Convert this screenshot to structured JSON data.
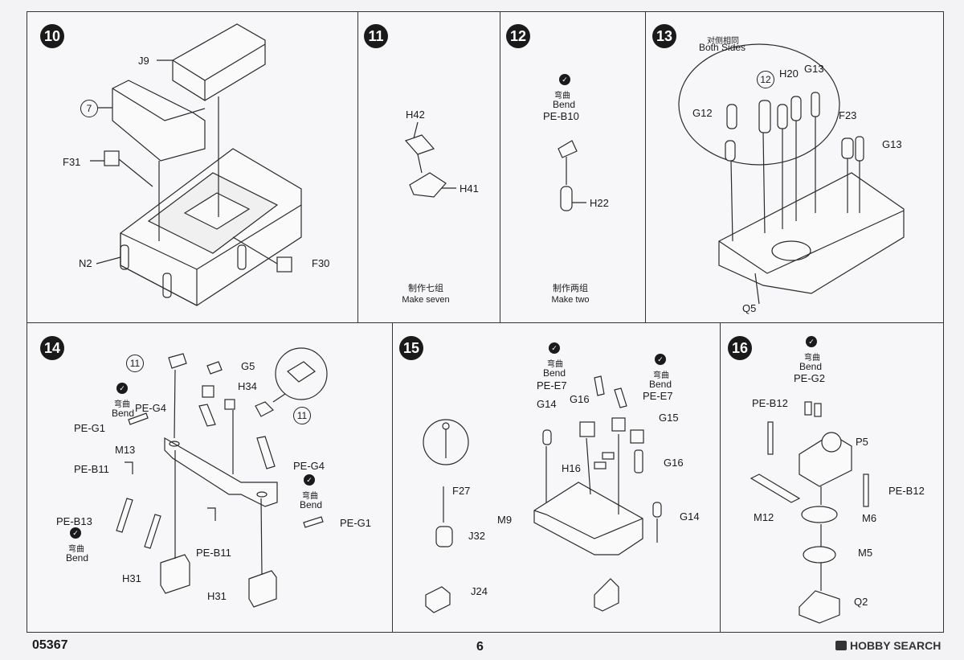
{
  "page": {
    "code": "05367",
    "number": "6",
    "watermark": "HOBBY SEARCH"
  },
  "steps": {
    "s10": {
      "num": "10",
      "parts": [
        "J9",
        "7",
        "F31",
        "N2",
        "F30"
      ]
    },
    "s11": {
      "num": "11",
      "parts": [
        "H42",
        "H41"
      ],
      "note_cn": "制作七组",
      "note_en": "Make seven"
    },
    "s12": {
      "num": "12",
      "bend_cn": "弯曲",
      "bend_en": "Bend",
      "parts": [
        "PE-B10",
        "H22"
      ],
      "note_cn": "制作两组",
      "note_en": "Make two"
    },
    "s13": {
      "num": "13",
      "both_cn": "对侧相同",
      "both_en": "Both Sides",
      "parts": [
        "12",
        "H20",
        "G13",
        "G12",
        "F23",
        "G13",
        "Q5"
      ]
    },
    "s14": {
      "num": "14",
      "bend_cn": "弯曲",
      "bend_en": "Bend",
      "parts": [
        "11",
        "G5",
        "H34",
        "PE-G4",
        "PE-G1",
        "M13",
        "11",
        "PE-G4",
        "PE-B11",
        "PE-B13",
        "PE-G1",
        "PE-B11",
        "H31",
        "H31"
      ]
    },
    "s15": {
      "num": "15",
      "bend_cn": "弯曲",
      "bend_en": "Bend",
      "parts": [
        "PE-E7",
        "PE-E7",
        "G14",
        "G16",
        "G15",
        "H16",
        "G16",
        "F27",
        "M9",
        "G14",
        "J32",
        "J24"
      ]
    },
    "s16": {
      "num": "16",
      "bend_cn": "弯曲",
      "bend_en": "Bend",
      "parts": [
        "PE-G2",
        "PE-B12",
        "P5",
        "PE-B12",
        "M12",
        "M6",
        "M5",
        "Q2"
      ]
    }
  }
}
